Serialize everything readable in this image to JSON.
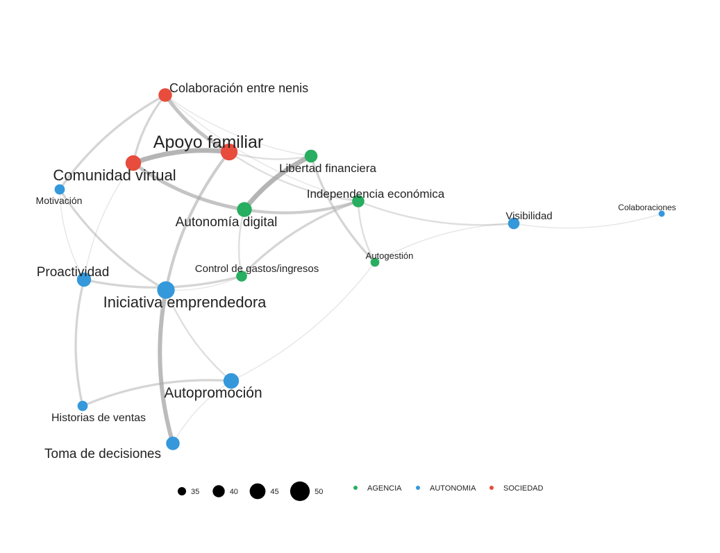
{
  "colors": {
    "AGENCIA": "#27ae60",
    "AUTONOMIA": "#3498db",
    "SOCIEDAD": "#e74c3c",
    "edge": "#a8a8a8"
  },
  "nodes": [
    {
      "id": "colab_nenis",
      "label": "Colaboración entre nenis",
      "group": "SOCIEDAD",
      "size": 42
    },
    {
      "id": "apoyo_familiar",
      "label": "Apoyo familiar",
      "group": "SOCIEDAD",
      "size": 47
    },
    {
      "id": "comunidad_virtual",
      "label": "Comunidad virtual",
      "group": "SOCIEDAD",
      "size": 45
    },
    {
      "id": "libertad_financiera",
      "label": "Libertad financiera",
      "group": "AGENCIA",
      "size": 41
    },
    {
      "id": "independencia_economica",
      "label": "Independencia económica",
      "group": "AGENCIA",
      "size": 40
    },
    {
      "id": "autonomia_digital",
      "label": "Autonomía digital",
      "group": "AGENCIA",
      "size": 44
    },
    {
      "id": "motivacion",
      "label": "Motivación",
      "group": "AUTONOMIA",
      "size": 37
    },
    {
      "id": "visibilidad",
      "label": "Visibilidad",
      "group": "AUTONOMIA",
      "size": 39
    },
    {
      "id": "colaboraciones",
      "label": "Colaboraciones",
      "group": "AUTONOMIA",
      "size": 31
    },
    {
      "id": "autogestion",
      "label": "Autogestión",
      "group": "AGENCIA",
      "size": 35
    },
    {
      "id": "proactividad",
      "label": "Proactividad",
      "group": "AUTONOMIA",
      "size": 43
    },
    {
      "id": "control_gastos",
      "label": "Control de gastos/ingresos",
      "group": "AGENCIA",
      "size": 38
    },
    {
      "id": "iniciativa",
      "label": "Iniciativa emprendedora",
      "group": "AUTONOMIA",
      "size": 48
    },
    {
      "id": "autopromocion",
      "label": "Autopromoción",
      "group": "AUTONOMIA",
      "size": 45
    },
    {
      "id": "historias_ventas",
      "label": "Historias de ventas",
      "group": "AUTONOMIA",
      "size": 37
    },
    {
      "id": "toma_decisiones",
      "label": "Toma de decisiones",
      "group": "AUTONOMIA",
      "size": 42
    }
  ],
  "edges": [
    {
      "source": "colab_nenis",
      "target": "apoyo_familiar",
      "weight": 5
    },
    {
      "source": "colab_nenis",
      "target": "comunidad_virtual",
      "weight": 3
    },
    {
      "source": "colab_nenis",
      "target": "motivacion",
      "weight": 3
    },
    {
      "source": "colab_nenis",
      "target": "libertad_financiera",
      "weight": 1
    },
    {
      "source": "colab_nenis",
      "target": "independencia_economica",
      "weight": 1
    },
    {
      "source": "apoyo_familiar",
      "target": "comunidad_virtual",
      "weight": 7
    },
    {
      "source": "apoyo_familiar",
      "target": "libertad_financiera",
      "weight": 2
    },
    {
      "source": "apoyo_familiar",
      "target": "iniciativa",
      "weight": 4
    },
    {
      "source": "apoyo_familiar",
      "target": "independencia_economica",
      "weight": 2
    },
    {
      "source": "comunidad_virtual",
      "target": "autonomia_digital",
      "weight": 5
    },
    {
      "source": "comunidad_virtual",
      "target": "proactividad",
      "weight": 1
    },
    {
      "source": "libertad_financiera",
      "target": "autonomia_digital",
      "weight": 7
    },
    {
      "source": "libertad_financiera",
      "target": "autogestion",
      "weight": 3
    },
    {
      "source": "autonomia_digital",
      "target": "independencia_economica",
      "weight": 4
    },
    {
      "source": "autonomia_digital",
      "target": "control_gastos",
      "weight": 2
    },
    {
      "source": "independencia_economica",
      "target": "visibilidad",
      "weight": 2
    },
    {
      "source": "independencia_economica",
      "target": "control_gastos",
      "weight": 3
    },
    {
      "source": "independencia_economica",
      "target": "autogestion",
      "weight": 2
    },
    {
      "source": "visibilidad",
      "target": "colaboraciones",
      "weight": 1
    },
    {
      "source": "visibilidad",
      "target": "autogestion",
      "weight": 1
    },
    {
      "source": "motivacion",
      "target": "iniciativa",
      "weight": 3
    },
    {
      "source": "motivacion",
      "target": "proactividad",
      "weight": 1
    },
    {
      "source": "proactividad",
      "target": "control_gastos",
      "weight": 3
    },
    {
      "source": "proactividad",
      "target": "historias_ventas",
      "weight": 3
    },
    {
      "source": "iniciativa",
      "target": "autopromocion",
      "weight": 2
    },
    {
      "source": "iniciativa",
      "target": "toma_decisiones",
      "weight": 6
    },
    {
      "source": "iniciativa",
      "target": "control_gastos",
      "weight": 1
    },
    {
      "source": "autopromocion",
      "target": "historias_ventas",
      "weight": 3
    },
    {
      "source": "autopromocion",
      "target": "autogestion",
      "weight": 1
    },
    {
      "source": "autopromocion",
      "target": "toma_decisiones",
      "weight": 1
    }
  ],
  "legend": {
    "size": {
      "values": [
        35,
        40,
        45,
        50
      ],
      "labels": [
        "35",
        "40",
        "45",
        "50"
      ]
    },
    "groups": [
      {
        "key": "AGENCIA",
        "label": "AGENCIA"
      },
      {
        "key": "AUTONOMIA",
        "label": "AUTONOMIA"
      },
      {
        "key": "SOCIEDAD",
        "label": "SOCIEDAD"
      }
    ]
  }
}
